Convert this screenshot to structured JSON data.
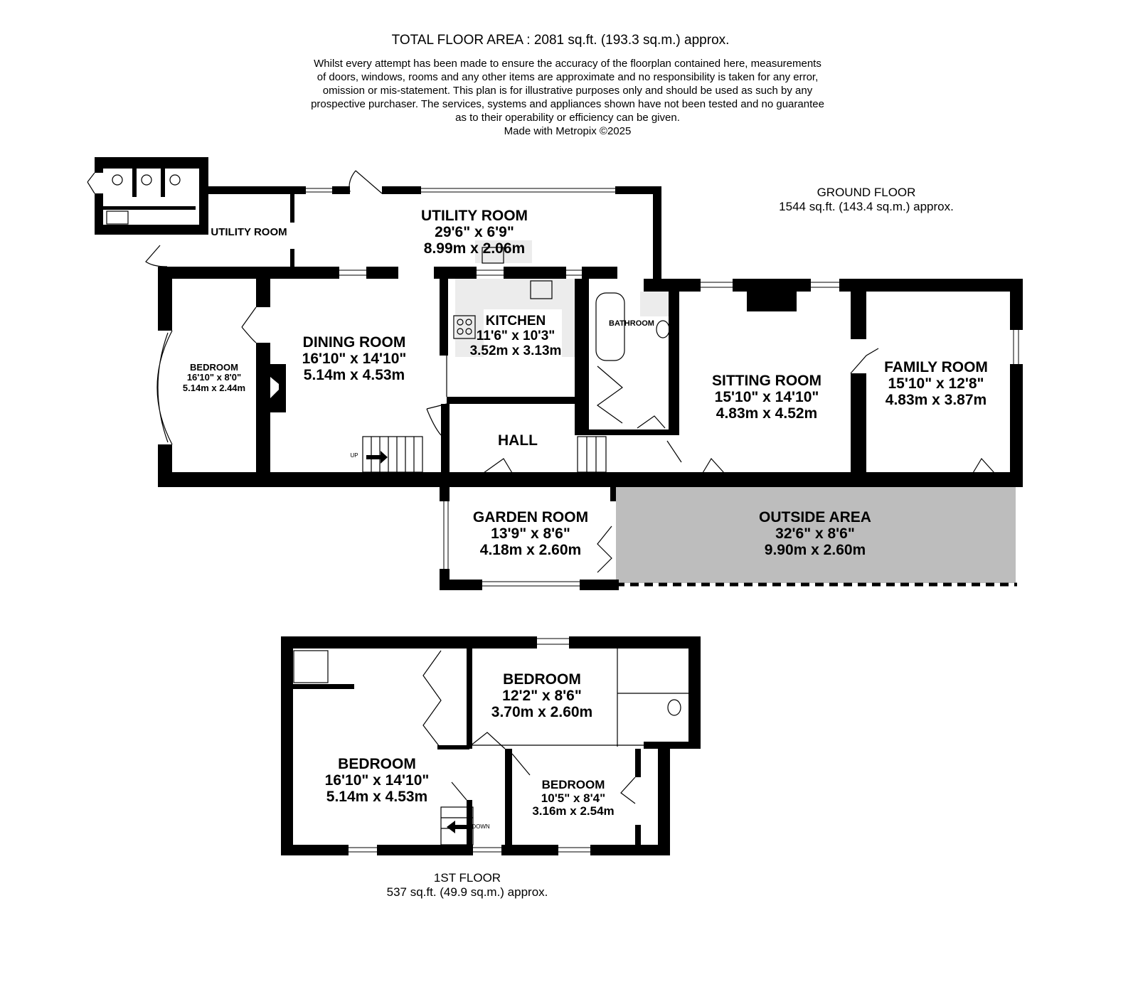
{
  "header": {
    "title": "TOTAL FLOOR AREA : 2081 sq.ft. (193.3 sq.m.) approx.",
    "disclaimer": [
      "Whilst every attempt has been made to ensure the accuracy of the floorplan contained here, measurements",
      "of doors, windows, rooms and any other items are approximate and no responsibility is taken for any error,",
      "omission or mis-statement. This plan is for illustrative purposes only and should be used as such by any",
      "prospective purchaser. The services, systems and appliances shown have not been tested and no guarantee",
      "as to their operability or efficiency can be given.",
      "Made with Metropix ©2025"
    ]
  },
  "ground_floor": {
    "label": "GROUND FLOOR",
    "area": "1544 sq.ft. (143.4 sq.m.) approx.",
    "rooms": [
      {
        "name": "UTILITY ROOM",
        "imperial": "29'6\"  x 6'9\"",
        "metric": "8.99m  x 2.06m"
      },
      {
        "name": "UTILITY ROOM"
      },
      {
        "name": "BEDROOM",
        "imperial": "16'10\"  x 8'0\"",
        "metric": "5.14m  x 2.44m"
      },
      {
        "name": "DINING ROOM",
        "imperial": "16'10\"  x 14'10\"",
        "metric": "5.14m  x 4.53m"
      },
      {
        "name": "KITCHEN",
        "imperial": "11'6\"  x 10'3\"",
        "metric": "3.52m  x 3.13m"
      },
      {
        "name": "BATHROOM"
      },
      {
        "name": "SITTING ROOM",
        "imperial": "15'10\"  x 14'10\"",
        "metric": "4.83m  x 4.52m"
      },
      {
        "name": "FAMILY ROOM",
        "imperial": "15'10\"  x 12'8\"",
        "metric": "4.83m  x 3.87m"
      },
      {
        "name": "HALL"
      },
      {
        "name": "GARDEN ROOM",
        "imperial": "13'9\"  x 8'6\"",
        "metric": "4.18m  x 2.60m"
      },
      {
        "name": "OUTSIDE AREA",
        "imperial": "32'6\"  x 8'6\"",
        "metric": "9.90m  x 2.60m"
      }
    ],
    "stairs_label": "UP"
  },
  "first_floor": {
    "label": "1ST FLOOR",
    "area": "537 sq.ft. (49.9 sq.m.) approx.",
    "rooms": [
      {
        "name": "BEDROOM",
        "imperial": "16'10\"  x 14'10\"",
        "metric": "5.14m  x 4.53m"
      },
      {
        "name": "BEDROOM",
        "imperial": "12'2\"  x 8'6\"",
        "metric": "3.70m  x 2.60m"
      },
      {
        "name": "BEDROOM",
        "imperial": "10'5\"  x 8'4\"",
        "metric": "3.16m  x 2.54m"
      }
    ],
    "stairs_label": "DOWN"
  },
  "colors": {
    "wall": "#000000",
    "outside": "#bdbdbd",
    "tile": "#ececec"
  }
}
